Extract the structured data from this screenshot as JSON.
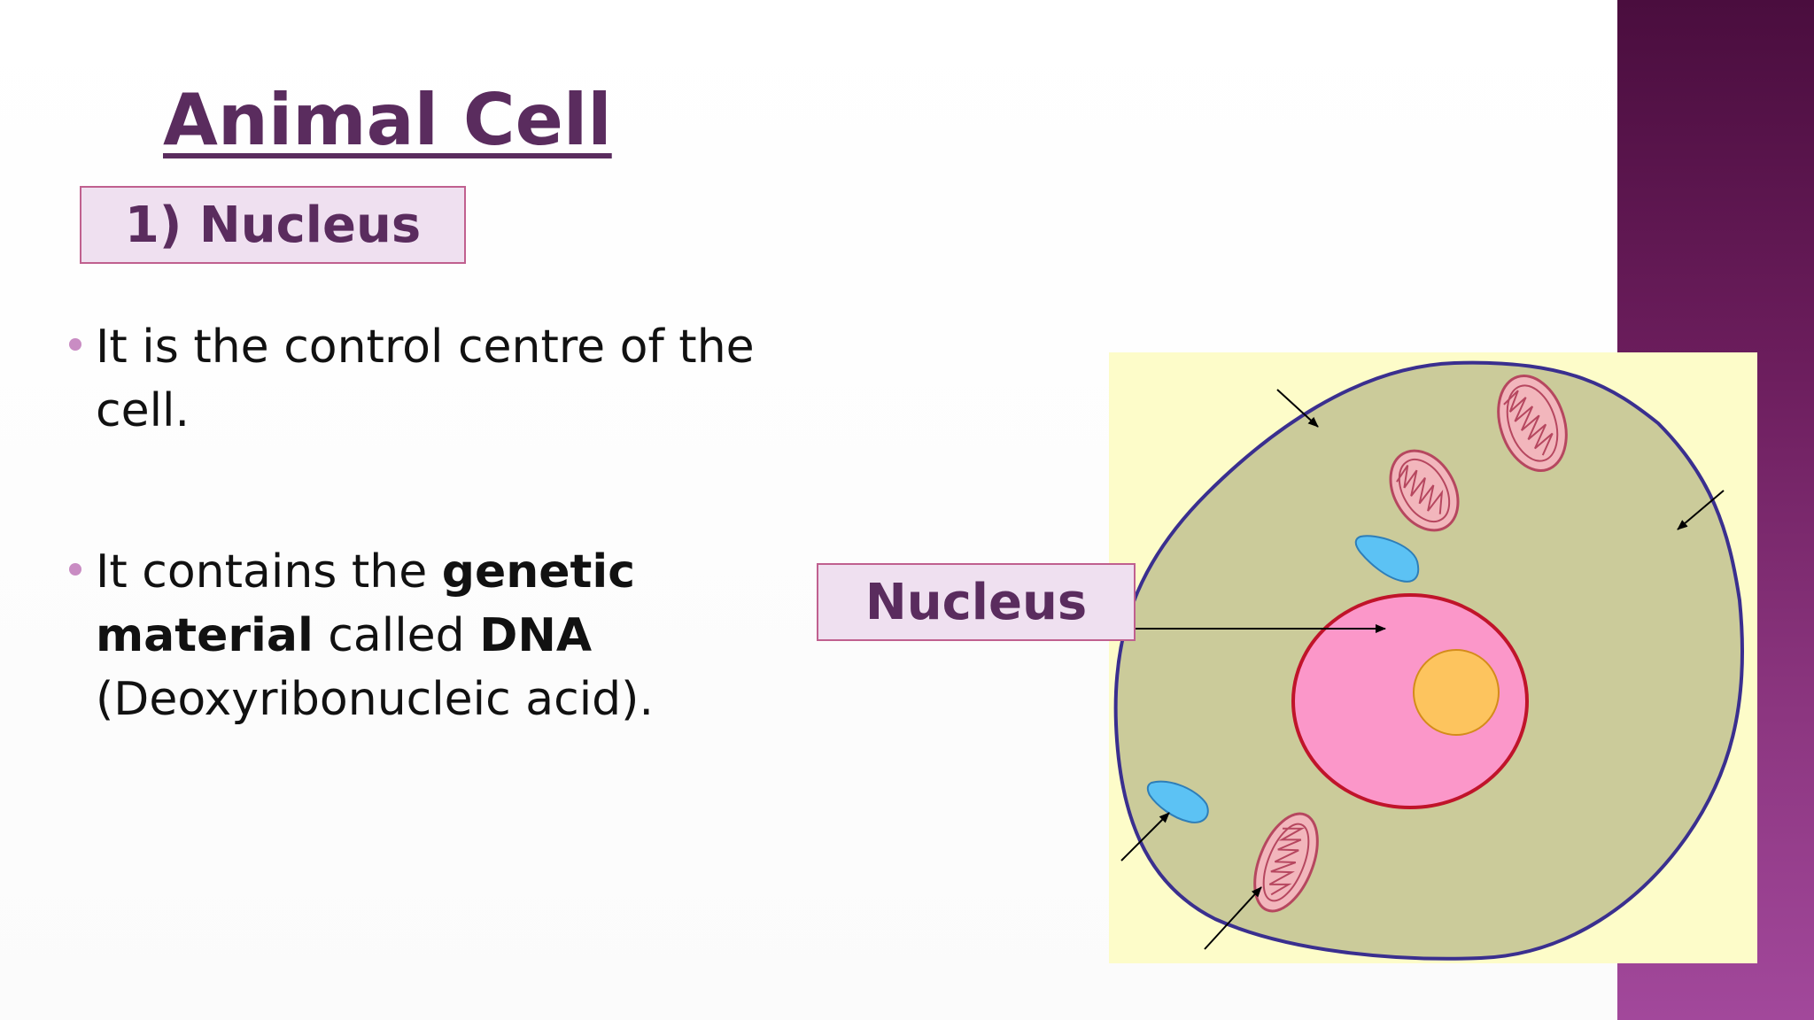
{
  "slide": {
    "title": "Animal Cell",
    "subtitle": "1) Nucleus",
    "bullets": [
      {
        "parts": [
          {
            "text": "It is the control centre of the cell.",
            "bold": false
          }
        ]
      },
      {
        "parts": [
          {
            "text": "It contains the ",
            "bold": false
          },
          {
            "text": "genetic material",
            "bold": true
          },
          {
            "text": " called ",
            "bold": false
          },
          {
            "text": "DNA",
            "bold": true
          },
          {
            "text": " (Deoxyribonucleic acid).",
            "bold": false
          }
        ]
      }
    ]
  },
  "diagram": {
    "callout_label": "Nucleus",
    "colors": {
      "background": "#fdfcc9",
      "cytoplasm": "#cbcb9a",
      "membrane": "#3a2f8f",
      "nucleus_fill": "#fb97c9",
      "nucleus_border": "#c0142a",
      "nucleolus_fill": "#fdc45e",
      "nucleolus_border": "#d48c1a",
      "mitochondria_fill": "#f2b6bc",
      "mitochondria_border": "#b6475f",
      "vacuole_fill": "#5cc2f4",
      "vacuole_border": "#2e7eb8",
      "accent": "#5a2c5e",
      "band": "#6b1d5c"
    }
  }
}
